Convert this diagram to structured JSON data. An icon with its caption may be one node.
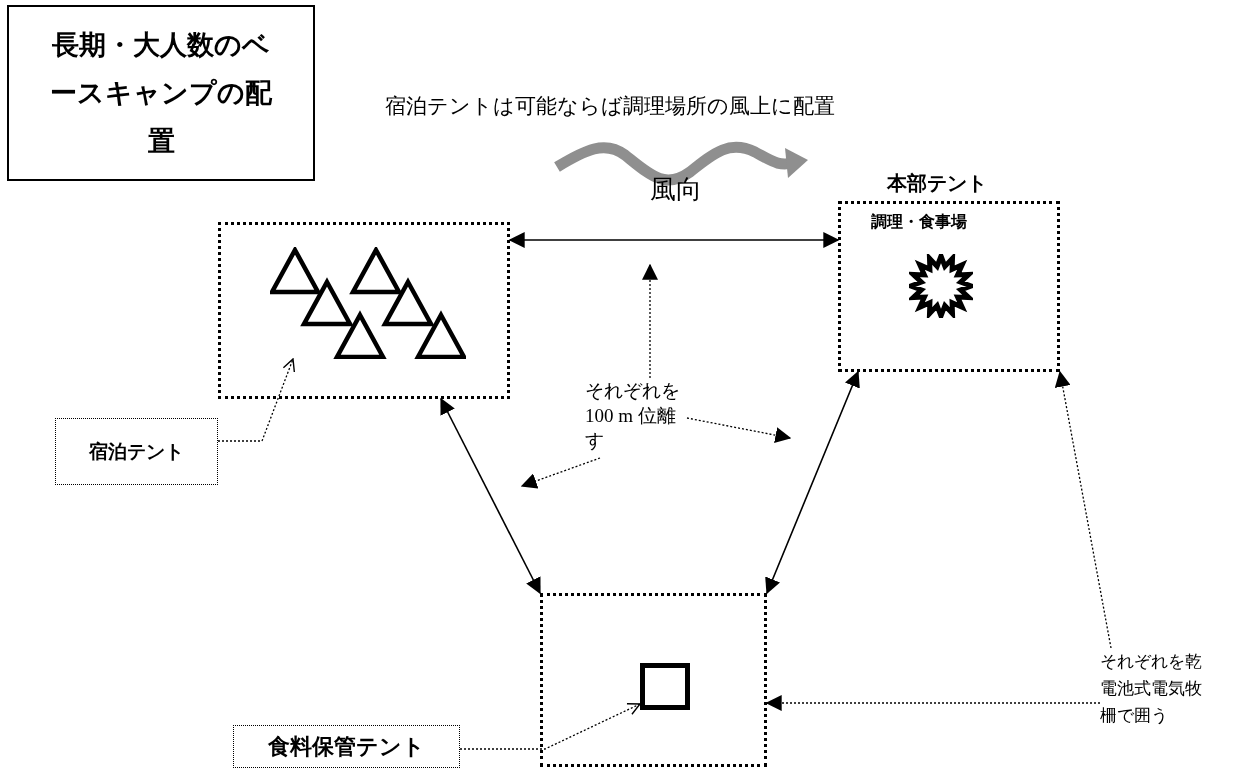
{
  "diagram": {
    "nodes": [
      {
        "text": [
          "長期・大人数のベースキャンプの配置"
        ]
      },
      {
        "text": [],
        "shape": "box"
      },
      {
        "text": [],
        "shape": "triangle",
        "in": 1
      },
      {
        "text": [
          "本部テント",
          "調理・食事場"
        ]
      },
      {
        "text": [
          "それぞれを100 m 位離す"
        ]
      },
      {
        "text": [
          "宿泊テント"
        ]
      },
      {
        "text": [],
        "shape": "box"
      },
      {
        "text": [],
        "shape": "box",
        "in": 6
      },
      {
        "text": [
          "食料保管テント"
        ]
      },
      {
        "text": [
          "それぞれを乾電池式電気牧柵で囲う"
        ]
      }
    ],
    "edges": [
      {
        "from": 1,
        "to": 3,
        "arrow": "both"
      },
      {
        "from": 1,
        "to": 6,
        "arrow": "both"
      },
      {
        "from": 3,
        "to": 6,
        "arrow": "both"
      },
      {
        "from": 4,
        "to": null,
        "arrow": "to",
        "style": "dashed"
      },
      {
        "from": 4,
        "to": null,
        "arrow": "to",
        "style": "dashed"
      },
      {
        "from": 4,
        "to": null,
        "arrow": "to",
        "style": "dashed"
      },
      {
        "from": 5,
        "to": 2,
        "arrow": "to",
        "style": "dashed"
      },
      {
        "from": 8,
        "to": 7,
        "arrow": "to",
        "style": "dashed"
      },
      {
        "from": 9,
        "to": 3,
        "arrow": "to",
        "style": "dashed"
      },
      {
        "from": 9,
        "to": 6,
        "arrow": "to",
        "style": "dashed"
      }
    ],
    "labels": [
      "宿泊テントは可能ならば調理場所の風上に配置",
      "風向"
    ]
  }
}
